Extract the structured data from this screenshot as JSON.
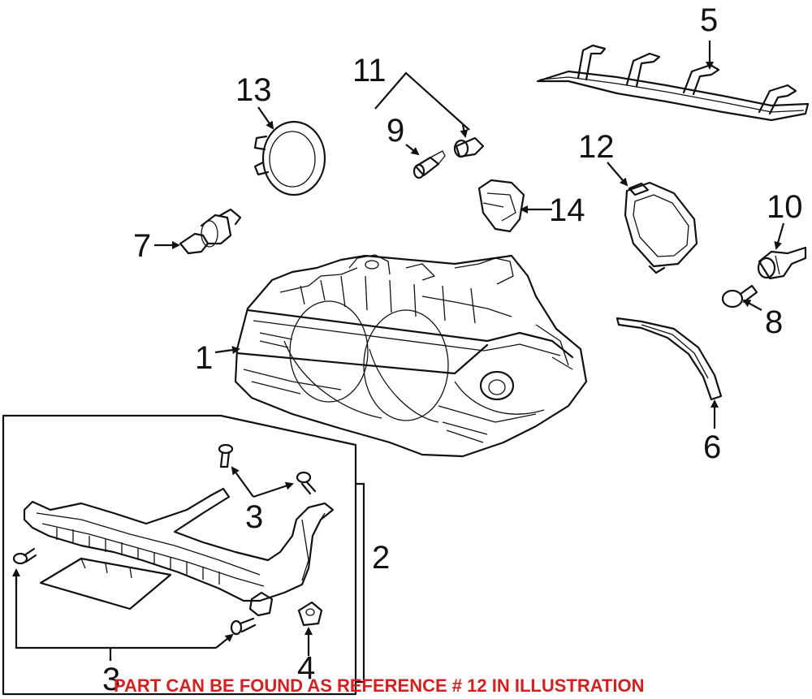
{
  "callouts": {
    "c1": "1",
    "c2": "2",
    "c3a": "3",
    "c3b": "3",
    "c4": "4",
    "c5": "5",
    "c6": "6",
    "c7": "7",
    "c8": "8",
    "c9": "9",
    "c10": "10",
    "c11": "11",
    "c12": "12",
    "c13": "13",
    "c14": "14"
  },
  "banner": "PART CAN BE FOUND AS REFERENCE # 12 IN ILLUSTRATION",
  "colors": {
    "banner": "#d32020",
    "line": "#111111"
  }
}
